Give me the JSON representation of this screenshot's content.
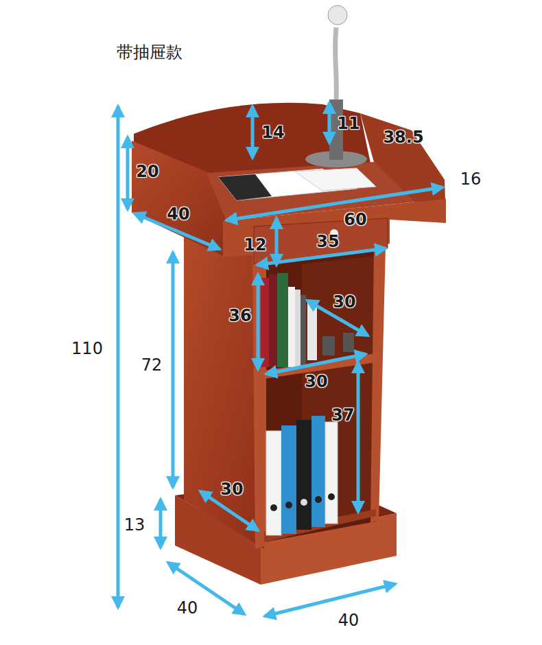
{
  "diagram": {
    "title": "带抽屉款",
    "labels": [
      "14",
      "11",
      "38.5",
      "20",
      "16",
      "40",
      "60",
      "12",
      "35",
      "30",
      "36",
      "110",
      "72",
      "30",
      "37",
      "30",
      "13",
      "40",
      "40"
    ]
  }
}
